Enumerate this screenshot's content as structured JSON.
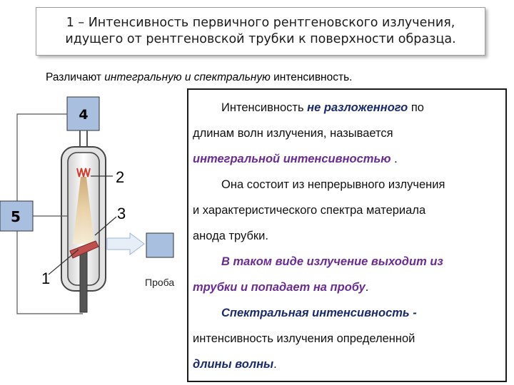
{
  "title": {
    "line1": "1 – Интенсивность первичного рентгеновского излучения,",
    "line2": "идущего от рентгеновской трубки к поверхности образца."
  },
  "subtitle": {
    "part1": "Различают ",
    "part2": "интегральную и спектральную",
    "part3": " интенсивность."
  },
  "text": {
    "l1a": "Интенсивность ",
    "l1b": "не разложенного",
    "l1c": " по",
    "l2": "длинам волн  излучения, называется",
    "l3a": "интегральной интенсивностью",
    "l3b": " .",
    "l4": "Она состоит из  непрерывного излучения",
    "l5": "и характеристического спектра материала",
    "l6": "анода трубки.",
    "l7": "В таком виде излучение выходит из",
    "l8a": "трубки и попадает на пробу",
    "l8b": ".",
    "l9a": "Спектральная интенсивность",
    "l9b": " -",
    "l10": "интенсивность излучения определенной",
    "l11a": "длины волны",
    "l11b": "."
  },
  "diagram": {
    "label1": "1",
    "label2": "2",
    "label3": "3",
    "label4": "4",
    "label5": "5",
    "proba": "Проба"
  },
  "colors": {
    "purple": "#6a2c92",
    "navy": "#1b2a6b",
    "box_fill": "#a9bfe0",
    "arrow": "#cfdcee",
    "anode": "#c0504d"
  }
}
